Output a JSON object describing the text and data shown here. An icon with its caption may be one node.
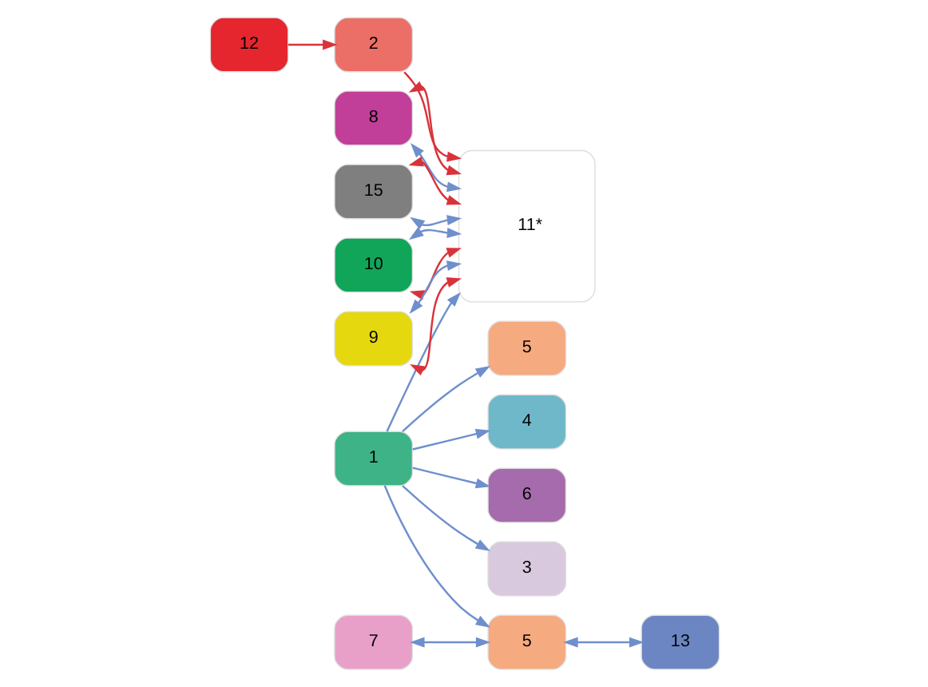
{
  "diagram": {
    "nodes": [
      {
        "text": [
          "8"
        ]
      },
      {
        "text": [
          "11*"
        ]
      },
      {
        "text": [
          "2"
        ]
      },
      {
        "text": [
          "12"
        ]
      },
      {
        "text": [
          "15"
        ]
      },
      {
        "text": [
          "1"
        ]
      },
      {
        "text": [
          "10"
        ]
      },
      {
        "text": [
          "9"
        ]
      },
      {
        "text": [
          "5"
        ]
      },
      {
        "text": [
          "7"
        ]
      },
      {
        "text": [
          "5"
        ]
      },
      {
        "text": [
          "4"
        ]
      },
      {
        "text": [
          "13"
        ]
      },
      {
        "text": [
          "6"
        ]
      },
      {
        "text": [
          "3"
        ]
      }
    ],
    "edges": [
      {
        "from": 3,
        "to": 2,
        "arrow": "to",
        "color": "#d9333a"
      },
      {
        "from": 2,
        "to": 1,
        "arrow": "to",
        "color": "#d9333a"
      },
      {
        "from": 0,
        "to": 1,
        "arrow": "both",
        "color": "#d9333a"
      },
      {
        "from": 0,
        "to": 1,
        "arrow": "both"
      },
      {
        "from": 4,
        "to": 1,
        "arrow": "both",
        "color": "#d9333a"
      },
      {
        "from": 4,
        "to": 1,
        "arrow": "both"
      },
      {
        "from": 6,
        "to": 1,
        "arrow": "both"
      },
      {
        "from": 6,
        "to": 1,
        "arrow": "both",
        "color": "#d9333a"
      },
      {
        "from": 7,
        "to": 1,
        "arrow": "both"
      },
      {
        "from": 7,
        "to": 1,
        "arrow": "both",
        "color": "#d9333a"
      },
      {
        "from": 5,
        "to": 1,
        "arrow": "to"
      },
      {
        "from": 5,
        "to": 8,
        "arrow": "to"
      },
      {
        "from": 5,
        "to": 11,
        "arrow": "to"
      },
      {
        "from": 5,
        "to": 13,
        "arrow": "to"
      },
      {
        "from": 5,
        "to": 14,
        "arrow": "to"
      },
      {
        "from": 5,
        "to": 10,
        "arrow": "to"
      },
      {
        "from": 9,
        "to": 10,
        "arrow": "both"
      },
      {
        "from": 10,
        "to": 12,
        "arrow": "both"
      }
    ]
  }
}
